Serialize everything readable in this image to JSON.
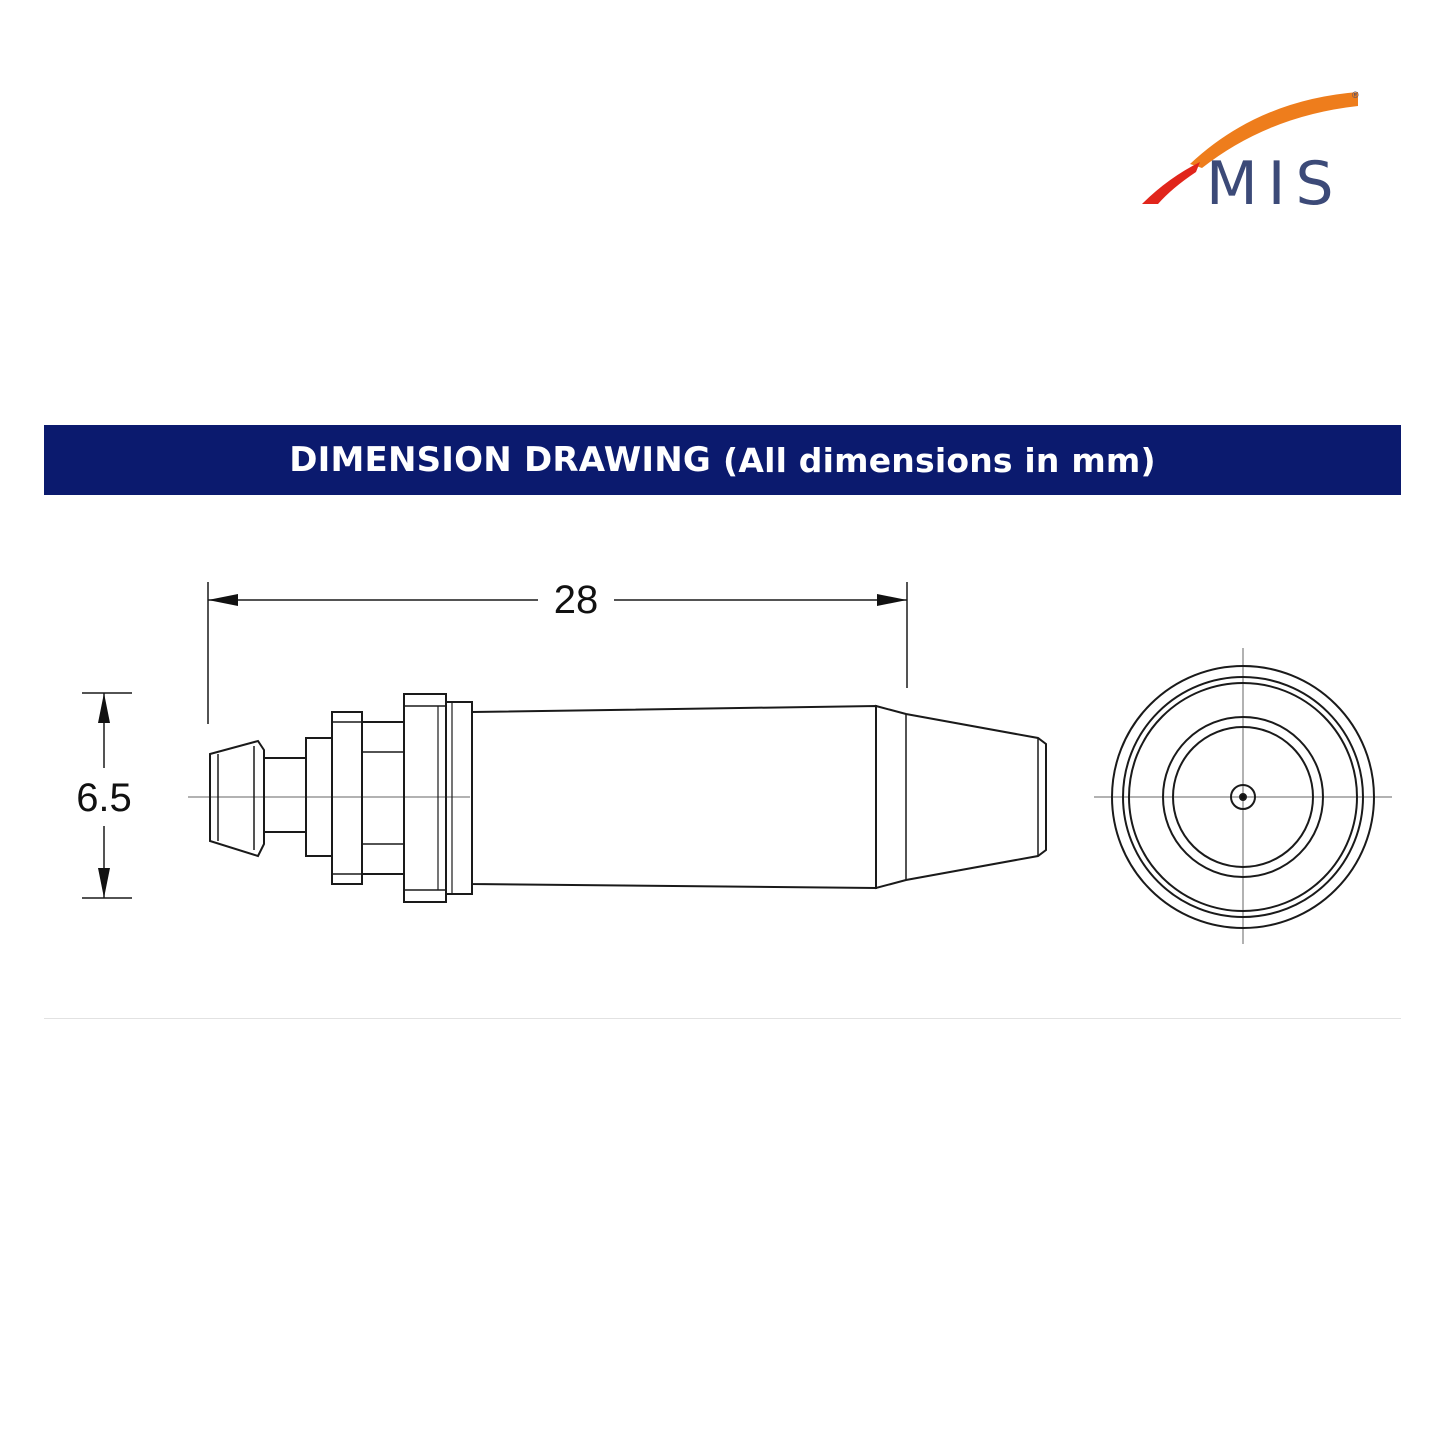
{
  "logo": {
    "text": "MIS",
    "registered": "®",
    "colors": {
      "arc": "#ee7d1c",
      "swoosh": "#e1251b",
      "letters": "#3c4a78"
    }
  },
  "banner": {
    "title": "DIMENSION DRAWING",
    "subtitle": "(All dimensions in mm)",
    "background": "#0b1a6e"
  },
  "dimensions": {
    "length": "28",
    "diameter": "6.5"
  }
}
